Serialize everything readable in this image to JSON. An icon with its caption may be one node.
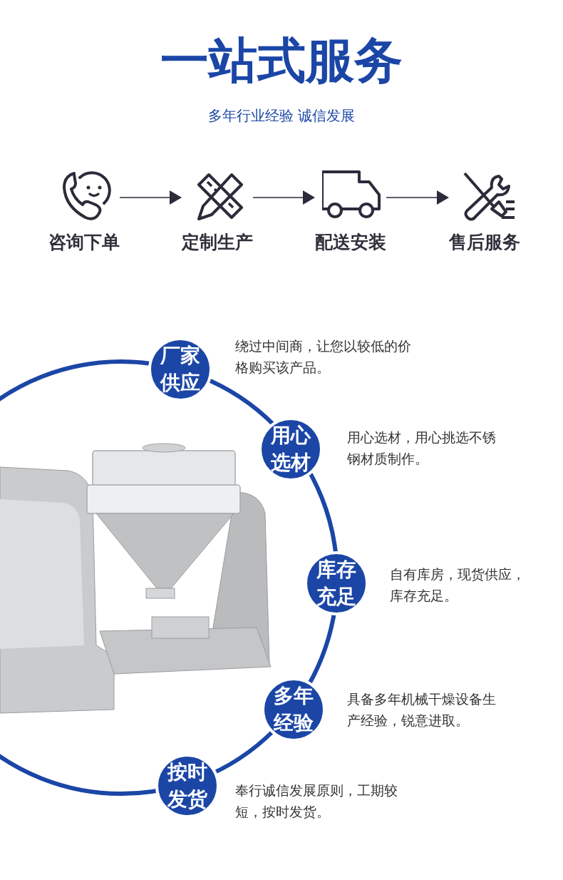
{
  "diagram": {
    "title": "一站式服务",
    "nodes": [
      {
        "text": [
          "咨询下单"
        ]
      },
      {
        "text": [
          "定制生产"
        ]
      },
      {
        "text": [
          "配送安装"
        ]
      },
      {
        "text": [
          "售后服务"
        ]
      },
      {
        "text": [
          "厂家供应"
        ],
        "beside": [
          "绕过中间商，让您以较低的价格购买该产品。"
        ]
      },
      {
        "text": [
          "用心选材"
        ],
        "beside": [
          "用心选材，用心挑选不锈钢材质制作。"
        ]
      },
      {
        "text": [
          "库存充足"
        ],
        "beside": [
          "自有库房，现货供应，库存充足。"
        ]
      },
      {
        "text": [
          "多年经验"
        ],
        "beside": [
          "具备多年机械干燥设备生产经验，锐意进取。"
        ]
      },
      {
        "text": [
          "按时发货"
        ],
        "beside": [
          "奉行诚信发展原则，工期较短，按时发货。"
        ]
      }
    ],
    "edges": [
      {
        "from": 0,
        "to": 1,
        "arrow": "to"
      },
      {
        "from": 1,
        "to": 2,
        "arrow": "to"
      },
      {
        "from": 2,
        "to": 3,
        "arrow": "to"
      }
    ],
    "labels": [
      "多年行业经验 诚信发展"
    ]
  }
}
